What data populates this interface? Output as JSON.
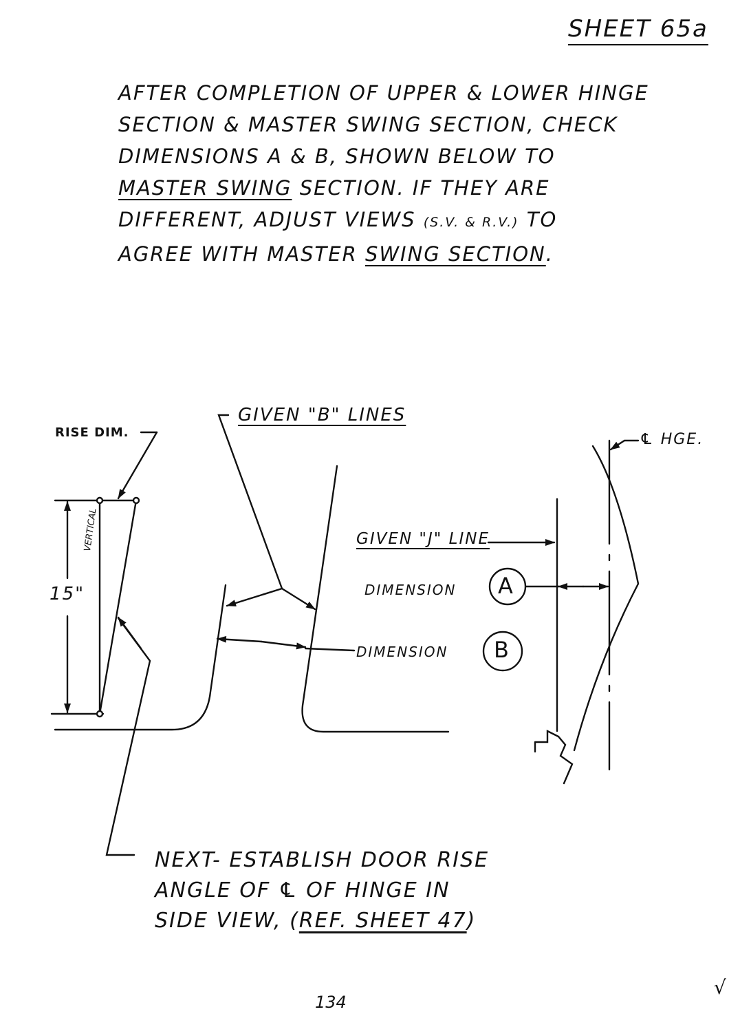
{
  "sheet": {
    "title": "SHEET 65a"
  },
  "instructions": {
    "lines": [
      "AFTER COMPLETION OF UPPER & LOWER HINGE",
      "SECTION & MASTER SWING SECTION, CHECK",
      "DIMENSIONS A & B, SHOWN BELOW TO",
      "MASTER SWING",
      " SECTION. IF THEY ARE",
      "DIFFERENT, ADJUST VIEWS ",
      "(S.V. & R.V.)",
      " TO",
      "AGREE WITH MASTER ",
      "SWING SECTION",
      "."
    ]
  },
  "labels": {
    "rise_dim": "RISE DIM.",
    "fifteen": "15\"",
    "vertical": "VERTICAL",
    "given_b_lines": "GIVEN \"B\" LINES",
    "cl_hinge": "℄ HGE.",
    "given_j_line": "GIVEN \"J\" LINE",
    "dimension_a_text": "DIMENSION",
    "dimension_a_letter": "A",
    "dimension_b_text": "DIMENSION",
    "dimension_b_letter": "B"
  },
  "note": {
    "lines": [
      "NEXT- ESTABLISH DOOR RISE",
      "ANGLE OF ℄ OF HINGE IN",
      "SIDE VIEW, (",
      "REF. SHEET 47",
      ")"
    ]
  },
  "footer": {
    "page_number": "134",
    "check": "√"
  }
}
